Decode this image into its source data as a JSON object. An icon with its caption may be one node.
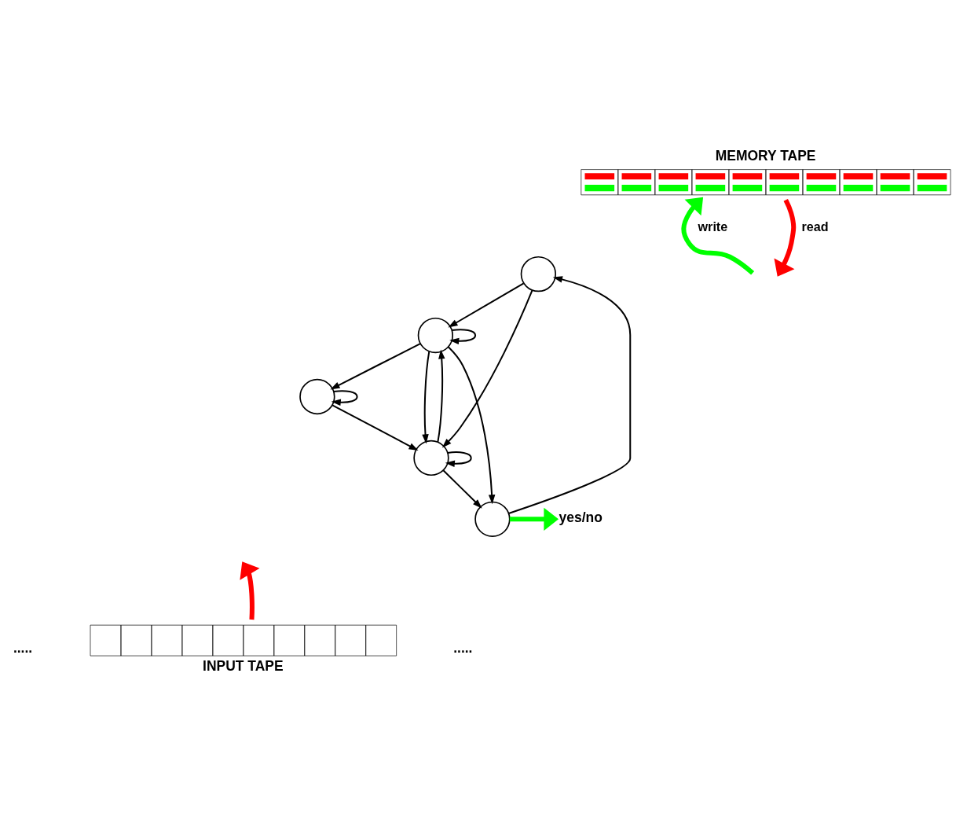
{
  "diagram": {
    "nodes": [
      {
        "text": [
          "MEMORY TAPE"
        ]
      },
      {
        "text": [],
        "shape": "circle"
      },
      {
        "text": [],
        "shape": "circle"
      },
      {
        "text": [],
        "shape": "circle"
      },
      {
        "text": [],
        "shape": "circle"
      },
      {
        "text": [],
        "shape": "circle"
      },
      {
        "text": [
          "INPUT TAPE"
        ]
      },
      {
        "text": [
          "yes/no"
        ]
      }
    ],
    "edges": [
      {
        "from": null,
        "to": 0,
        "arrow": "to",
        "label": "write",
        "style": "thick",
        "color": "#00ff00"
      },
      {
        "from": 0,
        "to": null,
        "arrow": "to",
        "label": "read",
        "style": "thick",
        "color": "#ff0000"
      },
      {
        "from": 1,
        "to": 2,
        "arrow": "to"
      },
      {
        "from": 2,
        "to": 2,
        "arrow": "to"
      },
      {
        "from": 2,
        "to": 3,
        "arrow": "to"
      },
      {
        "from": 2,
        "to": 5,
        "arrow": "to"
      },
      {
        "from": 2,
        "to": 4,
        "arrow": "to"
      },
      {
        "from": 4,
        "to": 2,
        "arrow": "to"
      },
      {
        "from": 1,
        "to": 4,
        "arrow": "to"
      },
      {
        "from": 3,
        "to": 1,
        "arrow": "to"
      },
      {
        "from": 4,
        "to": 3,
        "arrow": "to"
      },
      {
        "from": 4,
        "to": 4,
        "arrow": "to"
      },
      {
        "from": 5,
        "to": 4,
        "arrow": "to"
      },
      {
        "from": 5,
        "to": 5,
        "arrow": "to"
      },
      {
        "from": 3,
        "to": 7,
        "arrow": "to",
        "style": "thick",
        "color": "#00ff00"
      },
      {
        "from": 6,
        "to": null,
        "arrow": "to",
        "style": "thick",
        "color": "#ff0000"
      }
    ],
    "labels": [
      ".....",
      "....."
    ]
  }
}
